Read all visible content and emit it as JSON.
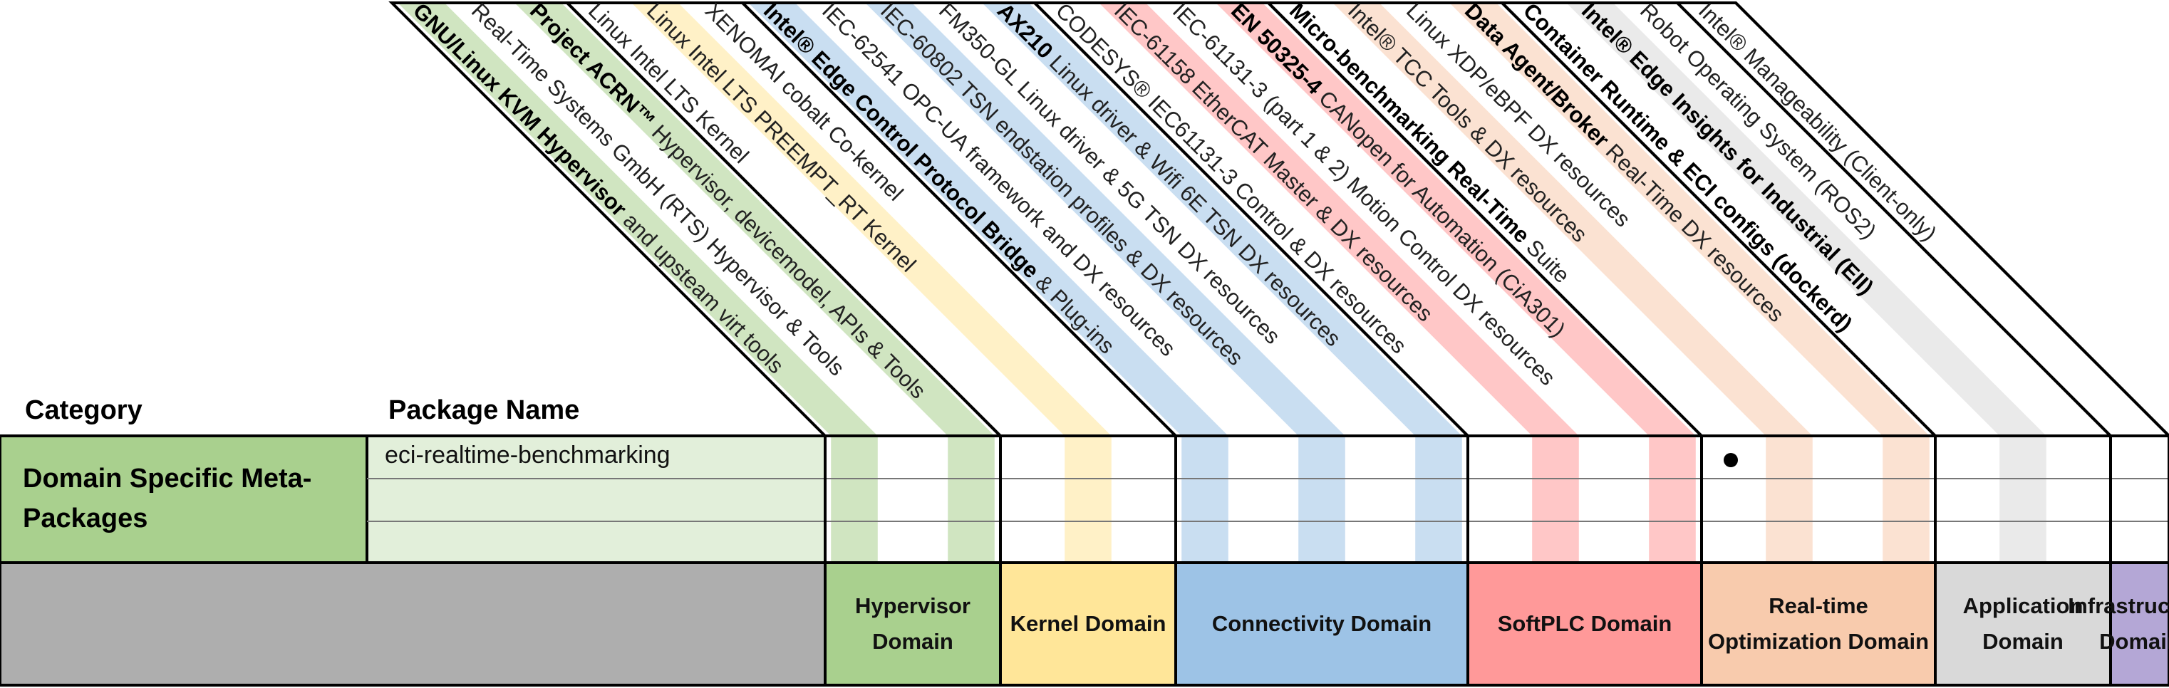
{
  "headers": {
    "category": "Category",
    "package_name": "Package Name"
  },
  "row": {
    "category": "Domain Specific Meta-Packages",
    "package": "eci-realtime-benchmarking"
  },
  "domains": [
    {
      "key": "hypervisor",
      "label": "Hypervisor Domain",
      "color": "#a9d08e",
      "light": "#e2efda"
    },
    {
      "key": "kernel",
      "label": "Kernel Domain",
      "color": "#ffe699",
      "light": "#fff2cc"
    },
    {
      "key": "connectivity",
      "label": "Connectivity Domain",
      "color": "#9dc3e6",
      "light": "#ddebf7"
    },
    {
      "key": "softplc",
      "label": "SoftPLC Domain",
      "color": "#ff9999",
      "light": "#fcd5d5"
    },
    {
      "key": "realtime",
      "label": "Real-time Optimization Domain",
      "color": "#f8cbad",
      "light": "#fce4d6"
    },
    {
      "key": "application",
      "label": "Application Domain",
      "color": "#d9d9d9",
      "light": "#ededed"
    },
    {
      "key": "infrastructure",
      "label": "Infrastructure Domain",
      "color": "#b4a7d6",
      "light": "#e4dcf5"
    }
  ],
  "columns": [
    {
      "bold": "GNU/Linux KVM Hypervisor",
      "rest": " and upsteam virt tools",
      "domain": "hypervisor",
      "shade": true
    },
    {
      "bold": "",
      "rest": "Real-Time Systems GmbH (RTS) Hypervisor & Tools",
      "domain": "hypervisor",
      "shade": false
    },
    {
      "bold": "Project ACRN™",
      "rest": " Hypervisor, devicemodel, APIs & Tools",
      "domain": "hypervisor",
      "shade": true
    },
    {
      "bold": "",
      "rest": "Linux Intel LTS Kernel",
      "domain": "kernel",
      "shade": false
    },
    {
      "bold": "",
      "rest": "Linux Intel LTS PREEMPT_RT Kernel",
      "domain": "kernel",
      "shade": true
    },
    {
      "bold": "",
      "rest": "XENOMAI cobalt Co-kernel",
      "domain": "kernel",
      "shade": false
    },
    {
      "bold": "Intel® Edge Control Protocol Bridge",
      "rest": " & Plug-ins",
      "domain": "connectivity",
      "shade": true
    },
    {
      "bold": "",
      "rest": "IEC-62541 OPC-UA framework and DX resources",
      "domain": "connectivity",
      "shade": false
    },
    {
      "bold": "",
      "rest": "IEC-60802 TSN endstation profiles & DX resources",
      "domain": "connectivity",
      "shade": true
    },
    {
      "bold": "",
      "rest": "FM350-GL Linux driver & 5G TSN DX resources",
      "domain": "connectivity",
      "shade": false
    },
    {
      "bold": "AX210",
      "rest": " Linux driver & Wifi 6E TSN DX resources",
      "domain": "connectivity",
      "shade": true
    },
    {
      "bold": "",
      "rest": "CODESYS® IEC61131-3 Control & DX resources",
      "domain": "softplc",
      "shade": false
    },
    {
      "bold": "",
      "rest": "IEC-61158 EtherCAT Master & DX resources",
      "domain": "softplc",
      "shade": true
    },
    {
      "bold": "",
      "rest": "IEC-61131-3 (part 1 & 2) Motion Control DX resources",
      "domain": "softplc",
      "shade": false
    },
    {
      "bold": "EN 50325-4",
      "rest": " CANopen for Automation (CiA301)",
      "domain": "softplc",
      "shade": true
    },
    {
      "bold": "Micro-benchmarking Real-Time",
      "rest": " Suite",
      "domain": "realtime",
      "shade": false
    },
    {
      "bold": "",
      "rest": "Intel® TCC Tools & DX resources",
      "domain": "realtime",
      "shade": true
    },
    {
      "bold": "",
      "rest": "Linux XDP/eBPF DX resources",
      "domain": "realtime",
      "shade": false
    },
    {
      "bold": "Data Agent/Broker",
      "rest": " Real-Time DX resources",
      "domain": "realtime",
      "shade": true
    },
    {
      "bold": "Container Runtime & ECI configs (dockerd)",
      "rest": "",
      "domain": "application",
      "shade": false
    },
    {
      "bold": "Intel® Edge Insights for Industrial (EII)",
      "rest": "",
      "domain": "application",
      "shade": true
    },
    {
      "bold": "",
      "rest": "Robot Operating System (ROS2)",
      "domain": "application",
      "shade": false
    },
    {
      "bold": "",
      "rest": "Intel® Manageability (Client-only)",
      "domain": "infrastructure",
      "shade": false
    }
  ],
  "marked_column_index": 15
}
